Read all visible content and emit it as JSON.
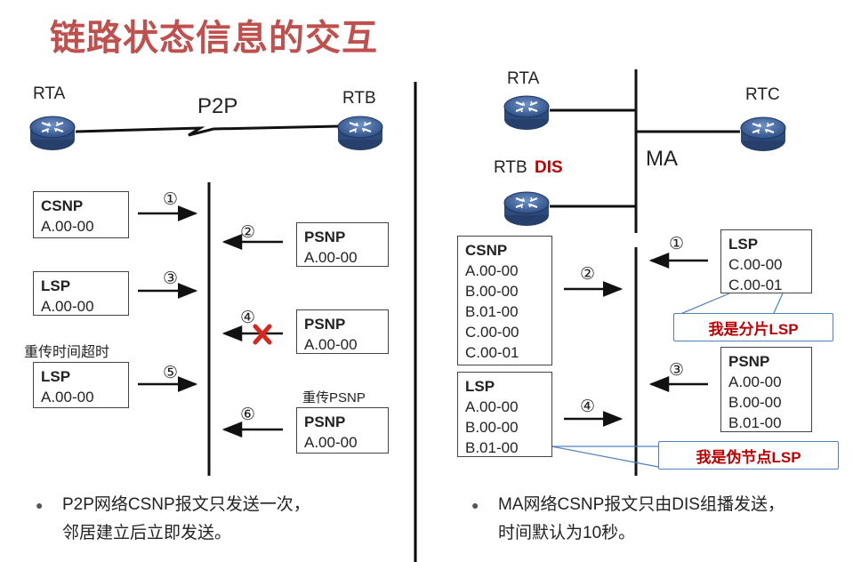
{
  "title": "链路状态信息的交互",
  "left": {
    "rta": "RTA",
    "rtb": "RTB",
    "link": "P2P",
    "boxes": [
      {
        "header": "CSNP",
        "lines": [
          "A.00-00"
        ]
      },
      {
        "header": "PSNP",
        "lines": [
          "A.00-00"
        ]
      },
      {
        "header": "LSP",
        "lines": [
          "A.00-00"
        ]
      },
      {
        "header": "PSNP",
        "lines": [
          "A.00-00"
        ]
      },
      {
        "header": "LSP",
        "lines": [
          "A.00-00"
        ]
      },
      {
        "header": "PSNP",
        "lines": [
          "A.00-00"
        ]
      }
    ],
    "steps": [
      "①",
      "②",
      "③",
      "④",
      "⑤",
      "⑥"
    ],
    "timeout_note": "重传时间超时",
    "resend_note": "重传PSNP",
    "bullet_lines": [
      "P2P网络CSNP报文只发送一次，",
      "邻居建立后立即发送。"
    ]
  },
  "right": {
    "rta": "RTA",
    "rtb": "RTB",
    "dis": "DIS",
    "rtc": "RTC",
    "network": "MA",
    "csnp": {
      "header": "CSNP",
      "lines": [
        "A.00-00",
        "B.00-00",
        "B.01-00",
        "C.00-00",
        "C.00-01"
      ]
    },
    "lsp_top": {
      "header": "LSP",
      "lines": [
        "C.00-00",
        "C.00-01"
      ]
    },
    "psnp": {
      "header": "PSNP",
      "lines": [
        "A.00-00",
        "B.00-00",
        "B.01-00"
      ]
    },
    "lsp_bottom": {
      "header": "LSP",
      "lines": [
        "A.00-00",
        "B.00-00",
        "B.01-00"
      ]
    },
    "steps": [
      "①",
      "②",
      "③",
      "④"
    ],
    "callout_fragment": "我是分片LSP",
    "callout_pseudonode": "我是伪节点LSP",
    "bullet_lines": [
      "MA网络CSNP报文只由DIS组播发送，",
      "时间默认为10秒。"
    ]
  },
  "colors": {
    "title": "#c0504d",
    "callout_text": "#c00000",
    "callout_border": "#4f81bd",
    "cross": "#d9261c",
    "router": "#4a6fa5"
  }
}
